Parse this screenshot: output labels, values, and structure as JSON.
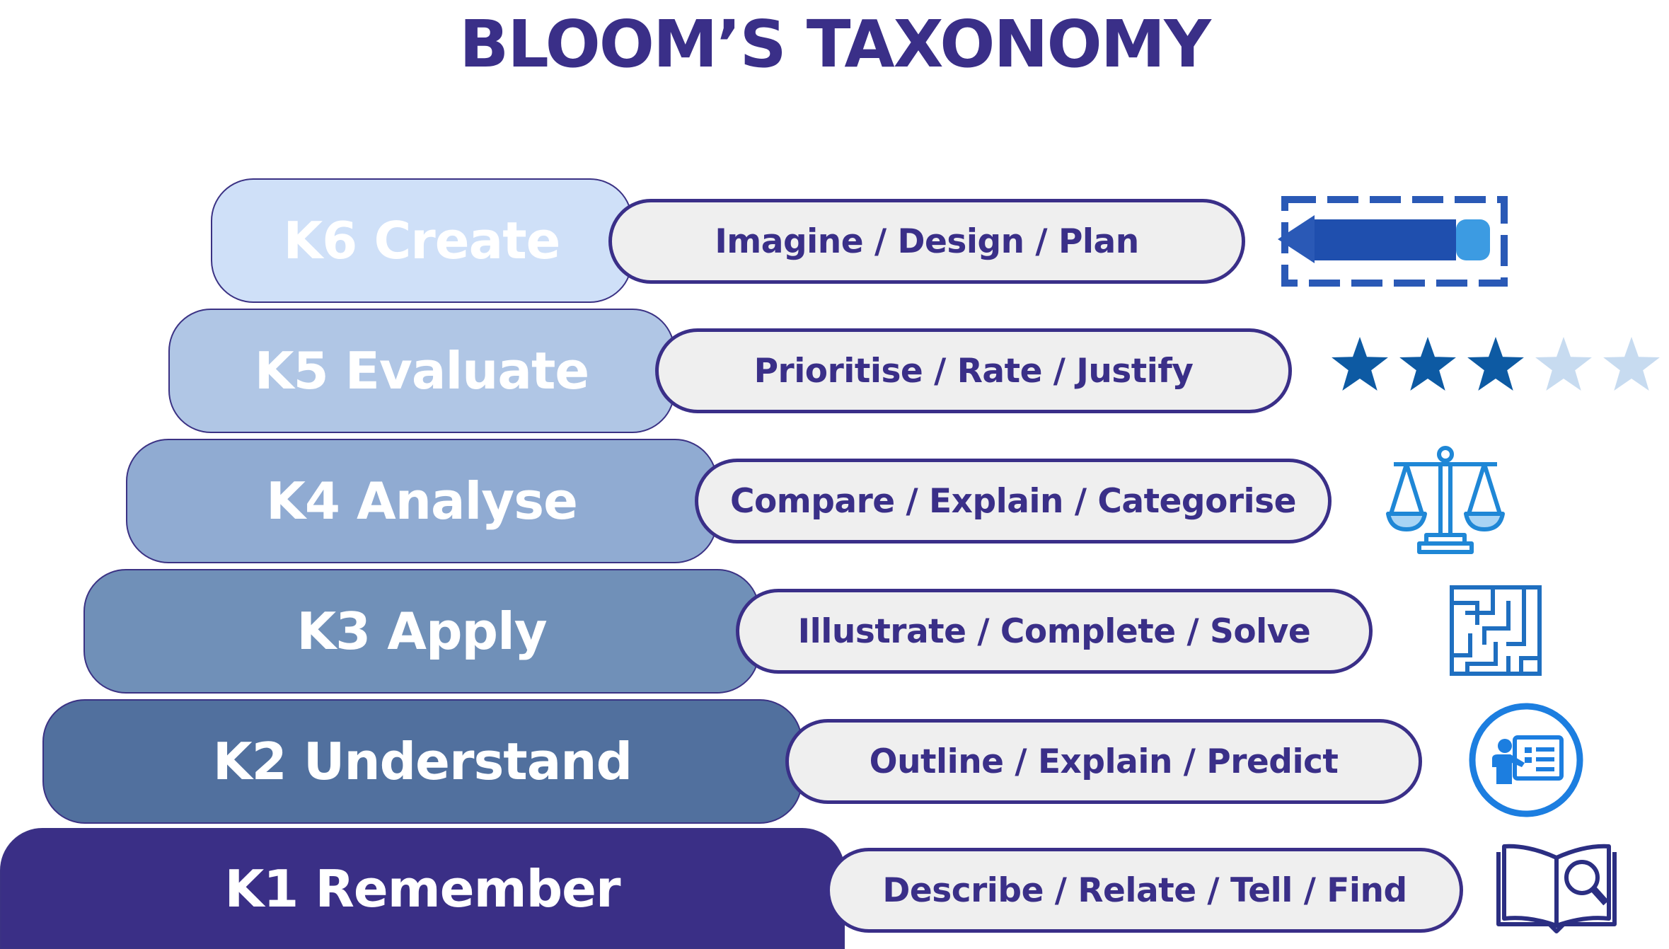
{
  "title": "BLOOM’S TAXONOMY",
  "levels": [
    {
      "code": "K6",
      "name": "Create",
      "label": "K6 Create",
      "verbs": "Imagine / Design / Plan",
      "color": "#cfe0f8",
      "icon": "pencil-icon"
    },
    {
      "code": "K5",
      "name": "Evaluate",
      "label": "K5 Evaluate",
      "verbs": "Prioritise / Rate / Justify",
      "color": "#b0c6e5",
      "icon": "star-rating-icon",
      "rating": 3,
      "rating_max": 5
    },
    {
      "code": "K4",
      "name": "Analyse",
      "label": "K4 Analyse",
      "verbs": "Compare / Explain / Categorise",
      "color": "#90abd2",
      "icon": "balance-scale-icon"
    },
    {
      "code": "K3",
      "name": "Apply",
      "label": "K3 Apply",
      "verbs": "Illustrate / Complete / Solve",
      "color": "#7090b8",
      "icon": "maze-icon"
    },
    {
      "code": "K2",
      "name": "Understand",
      "label": "K2 Understand",
      "verbs": "Outline / Explain / Predict",
      "color": "#51709e",
      "icon": "presentation-icon"
    },
    {
      "code": "K1",
      "name": "Remember",
      "label": "K1 Remember",
      "verbs": "Describe / Relate / Tell / Find",
      "color": "#3a2f86",
      "icon": "book-search-icon"
    }
  ],
  "colors": {
    "accent": "#3a2f88",
    "pill_bg": "#efefef",
    "icon_blue": "#1a6fc0"
  }
}
